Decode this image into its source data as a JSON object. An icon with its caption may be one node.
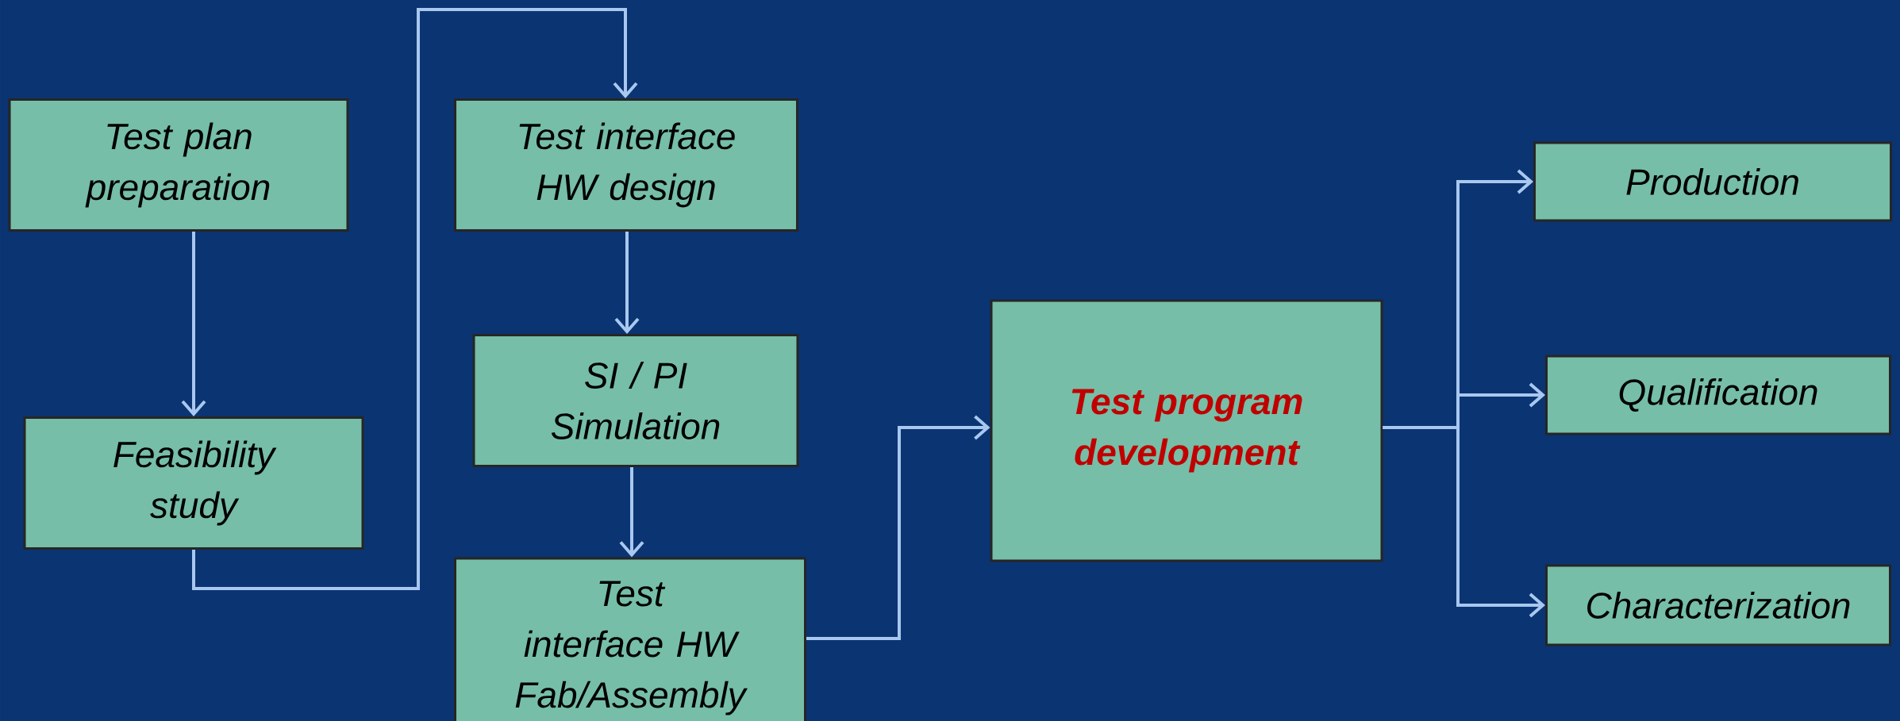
{
  "diagram": {
    "nodes": [
      {
        "text": [
          "Test plan preparation"
        ]
      },
      {
        "text": [
          "Feasibility study"
        ]
      },
      {
        "text": [
          "Test interface HW design"
        ]
      },
      {
        "text": [
          "SI / PI Simulation"
        ]
      },
      {
        "text": [
          "Test interface HW Fab/Assembly"
        ]
      },
      {
        "text": [
          "Test program development"
        ]
      },
      {
        "text": [
          "Production"
        ]
      },
      {
        "text": [
          "Qualification"
        ]
      },
      {
        "text": [
          "Characterization"
        ]
      }
    ],
    "edges": [
      {
        "from": 0,
        "to": 1,
        "arrow": "to"
      },
      {
        "from": 1,
        "to": 2,
        "arrow": "to"
      },
      {
        "from": 2,
        "to": 3,
        "arrow": "to"
      },
      {
        "from": 3,
        "to": 4,
        "arrow": "to"
      },
      {
        "from": 4,
        "to": 5,
        "arrow": "to"
      },
      {
        "from": 5,
        "to": 6,
        "arrow": "to"
      },
      {
        "from": 5,
        "to": 7,
        "arrow": "to"
      },
      {
        "from": 5,
        "to": 8,
        "arrow": "to"
      }
    ]
  }
}
